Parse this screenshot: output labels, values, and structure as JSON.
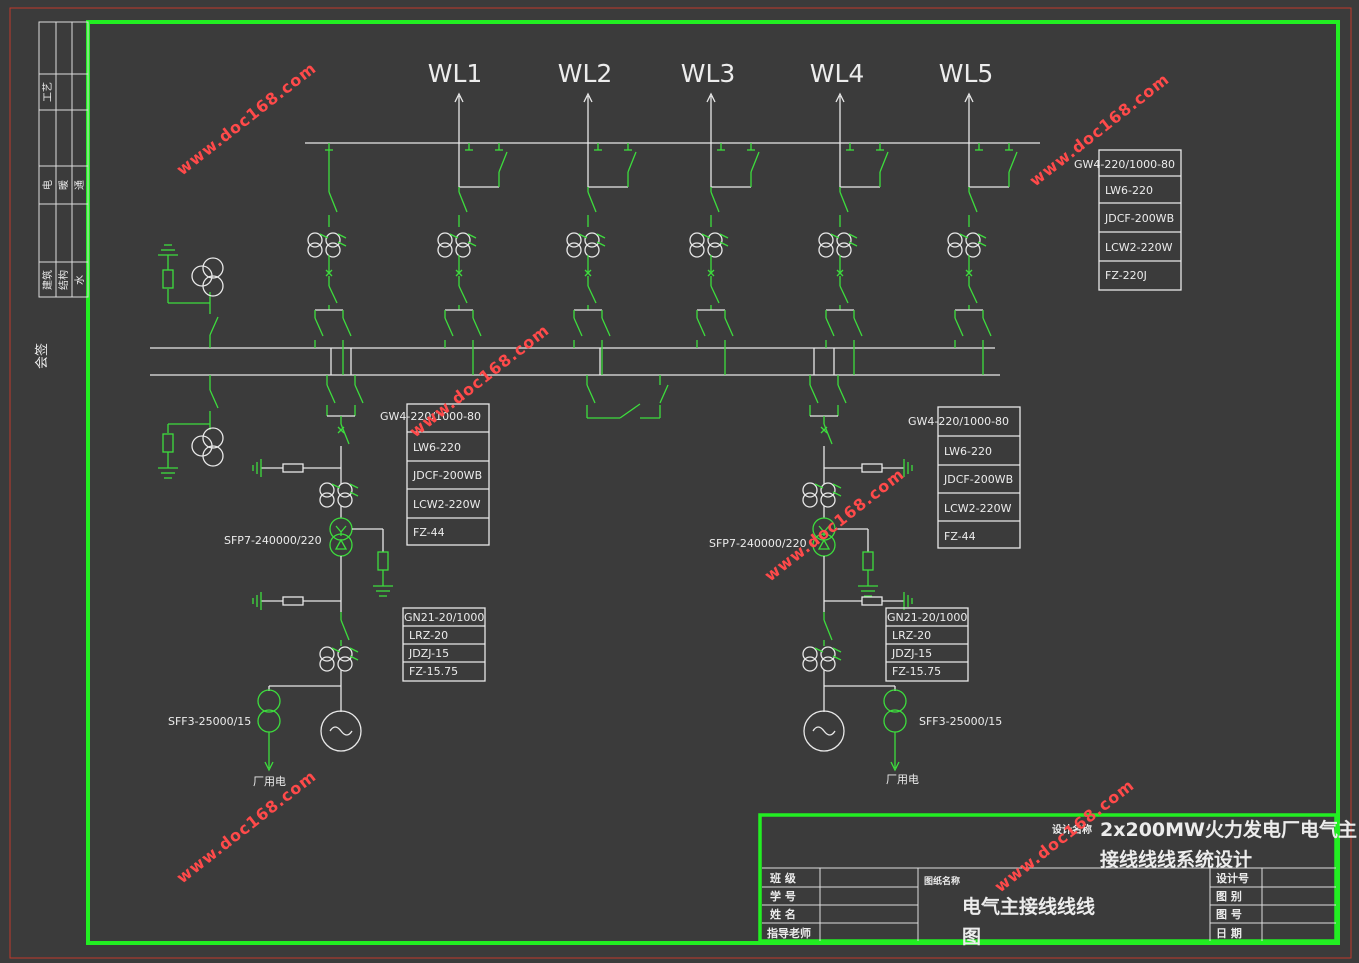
{
  "feeders": [
    "WL1",
    "WL2",
    "WL3",
    "WL4",
    "WL5"
  ],
  "equipment_top": [
    "GW4-220/1000-80",
    "LW6-220",
    "JDCF-200WB",
    "LCW2-220W",
    "FZ-220J"
  ],
  "equipment_left": [
    "GW4-220/1000-80",
    "LW6-220",
    "JDCF-200WB",
    "LCW2-220W",
    "FZ-44"
  ],
  "equipment_right": [
    "GW4-220/1000-80",
    "LW6-220",
    "JDCF-200WB",
    "LCW2-220W",
    "FZ-44"
  ],
  "gen_left": [
    "GN21-20/1000",
    "LRZ-20",
    "JDZJ-15",
    "FZ-15.75"
  ],
  "gen_right": [
    "GN21-20/1000",
    "LRZ-20",
    "JDZJ-15",
    "FZ-15.75"
  ],
  "main_transformer": "SFP7-240000/220",
  "aux_transformer": "SFF3-25000/15",
  "aux_power": "厂用电",
  "watermark": "www.doc168.com",
  "side_label": "会签",
  "side_table": [
    "工艺",
    "电",
    "暖",
    "通",
    "建筑",
    "结构",
    "水"
  ],
  "title_block": {
    "design_name_label": "设计名称",
    "design_name_line1": "2x200MW火力发电厂电气主",
    "design_name_line2": "接线线线系统设计",
    "drawing_name_label": "图纸名称",
    "drawing_name_line1": "电气主接线线线",
    "drawing_name_line2": "图",
    "left_labels": [
      "班 级",
      "学 号",
      "姓 名",
      "指导老师"
    ],
    "right_labels": [
      "设计号",
      "图 别",
      "图 号",
      "日 期"
    ]
  }
}
